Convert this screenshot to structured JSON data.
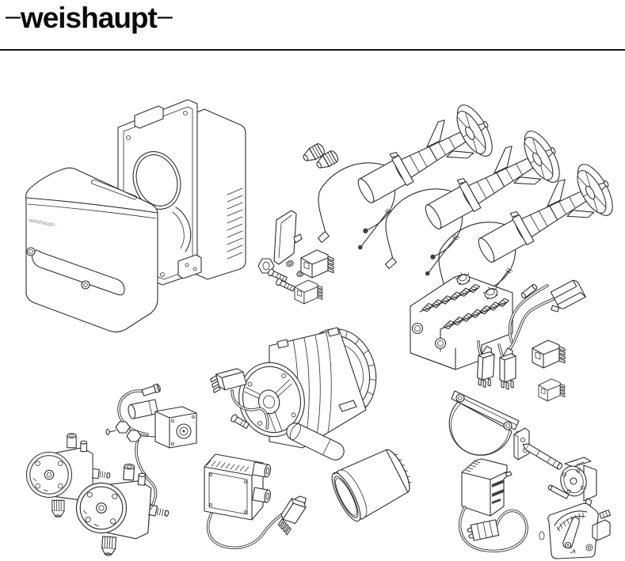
{
  "page": {
    "background": "#ffffff",
    "line_color": "#2e2e2e",
    "rule_color": "#101010"
  },
  "header": {
    "dash_left": "–",
    "logo_text": "weishaupt",
    "dash_right": "–"
  },
  "diagram": {
    "cover_label": "weishaupt–",
    "parts": [
      "burner-housing",
      "burner-cover",
      "oil-nozzle-pair",
      "nozzle-assembly-1",
      "nozzle-assembly-2",
      "nozzle-assembly-3",
      "mounting-bracket-parts",
      "plug-connector-large",
      "plug-connector-small",
      "terminal-block",
      "cable-harness",
      "harness-plug",
      "burner-plug-1",
      "burner-plug-2",
      "relay-connector-large",
      "relay-connector-small",
      "blower-motor",
      "motor-capacitor",
      "motor-plug",
      "oil-pump-left",
      "oil-pump-right",
      "solenoid-valve",
      "oil-lines",
      "ignition-transformer",
      "transformer-plug",
      "flame-tube",
      "air-damper-plate",
      "damper-shaft",
      "damper-actuator",
      "control-box",
      "control-box-cable-plug",
      "air-scale-dial"
    ]
  }
}
